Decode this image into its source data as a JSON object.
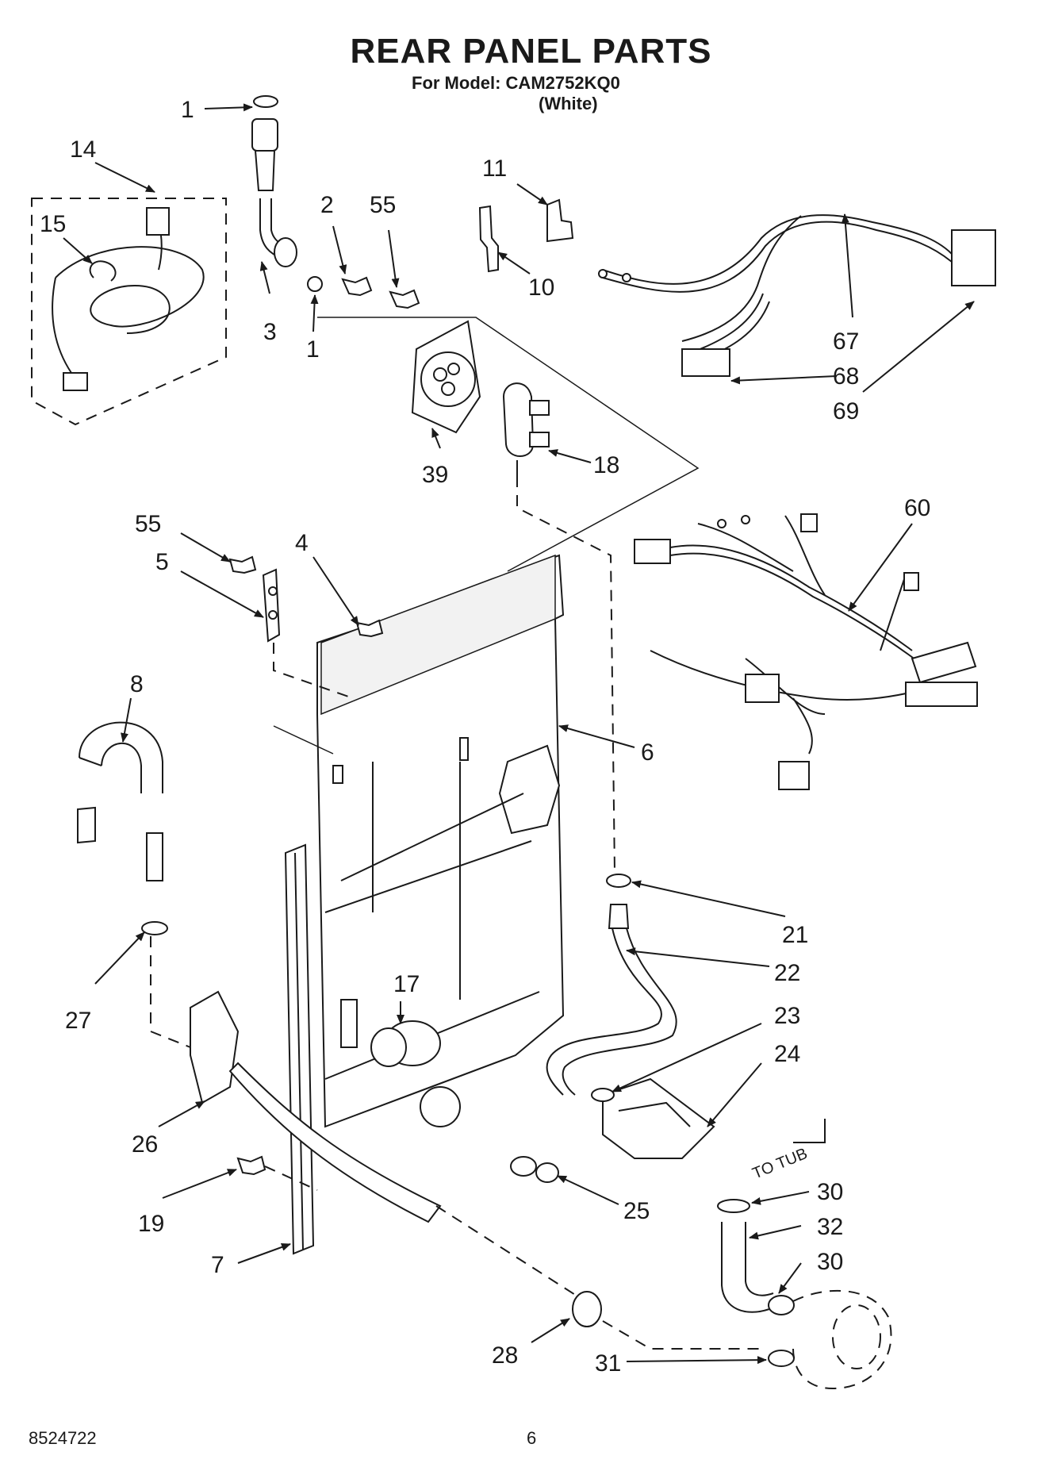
{
  "header": {
    "title": "REAR PANEL PARTS",
    "model_line": "For Model: CAM2752KQ0",
    "color_line": "(White)"
  },
  "footer": {
    "doc_number": "8524722",
    "page_number": "6"
  },
  "callouts": [
    {
      "id": "c1a",
      "text": "1"
    },
    {
      "id": "c14",
      "text": "14"
    },
    {
      "id": "c15",
      "text": "15"
    },
    {
      "id": "c3",
      "text": "3"
    },
    {
      "id": "c1b",
      "text": "1"
    },
    {
      "id": "c2",
      "text": "2"
    },
    {
      "id": "c55a",
      "text": "55"
    },
    {
      "id": "c11",
      "text": "11"
    },
    {
      "id": "c10",
      "text": "10"
    },
    {
      "id": "c67",
      "text": "67"
    },
    {
      "id": "c68",
      "text": "68"
    },
    {
      "id": "c69",
      "text": "69"
    },
    {
      "id": "c39",
      "text": "39"
    },
    {
      "id": "c18",
      "text": "18"
    },
    {
      "id": "c60",
      "text": "60"
    },
    {
      "id": "c55b",
      "text": "55"
    },
    {
      "id": "c5",
      "text": "5"
    },
    {
      "id": "c4",
      "text": "4"
    },
    {
      "id": "c8",
      "text": "8"
    },
    {
      "id": "c6",
      "text": "6"
    },
    {
      "id": "c21",
      "text": "21"
    },
    {
      "id": "c22",
      "text": "22"
    },
    {
      "id": "c23",
      "text": "23"
    },
    {
      "id": "c24",
      "text": "24"
    },
    {
      "id": "c17",
      "text": "17"
    },
    {
      "id": "c27",
      "text": "27"
    },
    {
      "id": "c26",
      "text": "26"
    },
    {
      "id": "c19",
      "text": "19"
    },
    {
      "id": "c7",
      "text": "7"
    },
    {
      "id": "c25",
      "text": "25"
    },
    {
      "id": "c30a",
      "text": "30"
    },
    {
      "id": "c32",
      "text": "32"
    },
    {
      "id": "c30b",
      "text": "30"
    },
    {
      "id": "c28",
      "text": "28"
    },
    {
      "id": "c31",
      "text": "31"
    }
  ],
  "annotations": {
    "to_tub": "TO TUB"
  }
}
